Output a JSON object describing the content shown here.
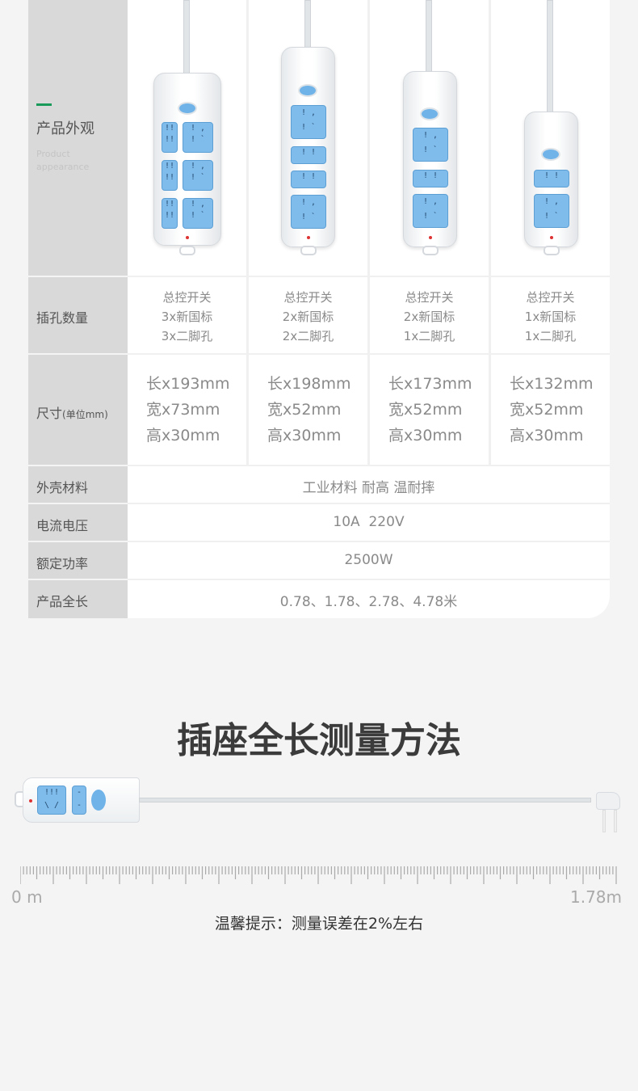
{
  "table": {
    "appearance": {
      "label": "产品外观",
      "label_en_1": "Product",
      "label_en_2": "appearance"
    },
    "outlets": {
      "label": "插孔数量",
      "values": [
        [
          "总控开关",
          "3x新国标",
          "3x二脚孔"
        ],
        [
          "总控开关",
          "2x新国标",
          "2x二脚孔"
        ],
        [
          "总控开关",
          "2x新国标",
          "1x二脚孔"
        ],
        [
          "总控开关",
          "1x新国标",
          "1x二脚孔"
        ]
      ]
    },
    "size": {
      "label": "尺寸",
      "unit": "(单位mm)",
      "values": [
        [
          "长x193mm",
          "宽x73mm",
          "高x30mm"
        ],
        [
          "长x198mm",
          "宽x52mm",
          "高x30mm"
        ],
        [
          "长x173mm",
          "宽x52mm",
          "高x30mm"
        ],
        [
          "长x132mm",
          "宽x52mm",
          "高x30mm"
        ]
      ]
    },
    "shell": {
      "label": "外壳材料",
      "value": "工业材料 耐高 温耐摔"
    },
    "current": {
      "label": "电流电压",
      "value": "10A  220V"
    },
    "power": {
      "label": "额定功率",
      "value": "2500W"
    },
    "length": {
      "label": "产品全长",
      "value": "0.78、1.78、2.78、4.78米"
    }
  },
  "measure": {
    "title": "插座全长测量方法",
    "ruler_start": "0 m",
    "ruler_end": "1.78m",
    "tip": "温馨提示：测量误差在2%左右"
  },
  "colors": {
    "accent": "#1a9a5a",
    "socket": "#7fbcec"
  }
}
